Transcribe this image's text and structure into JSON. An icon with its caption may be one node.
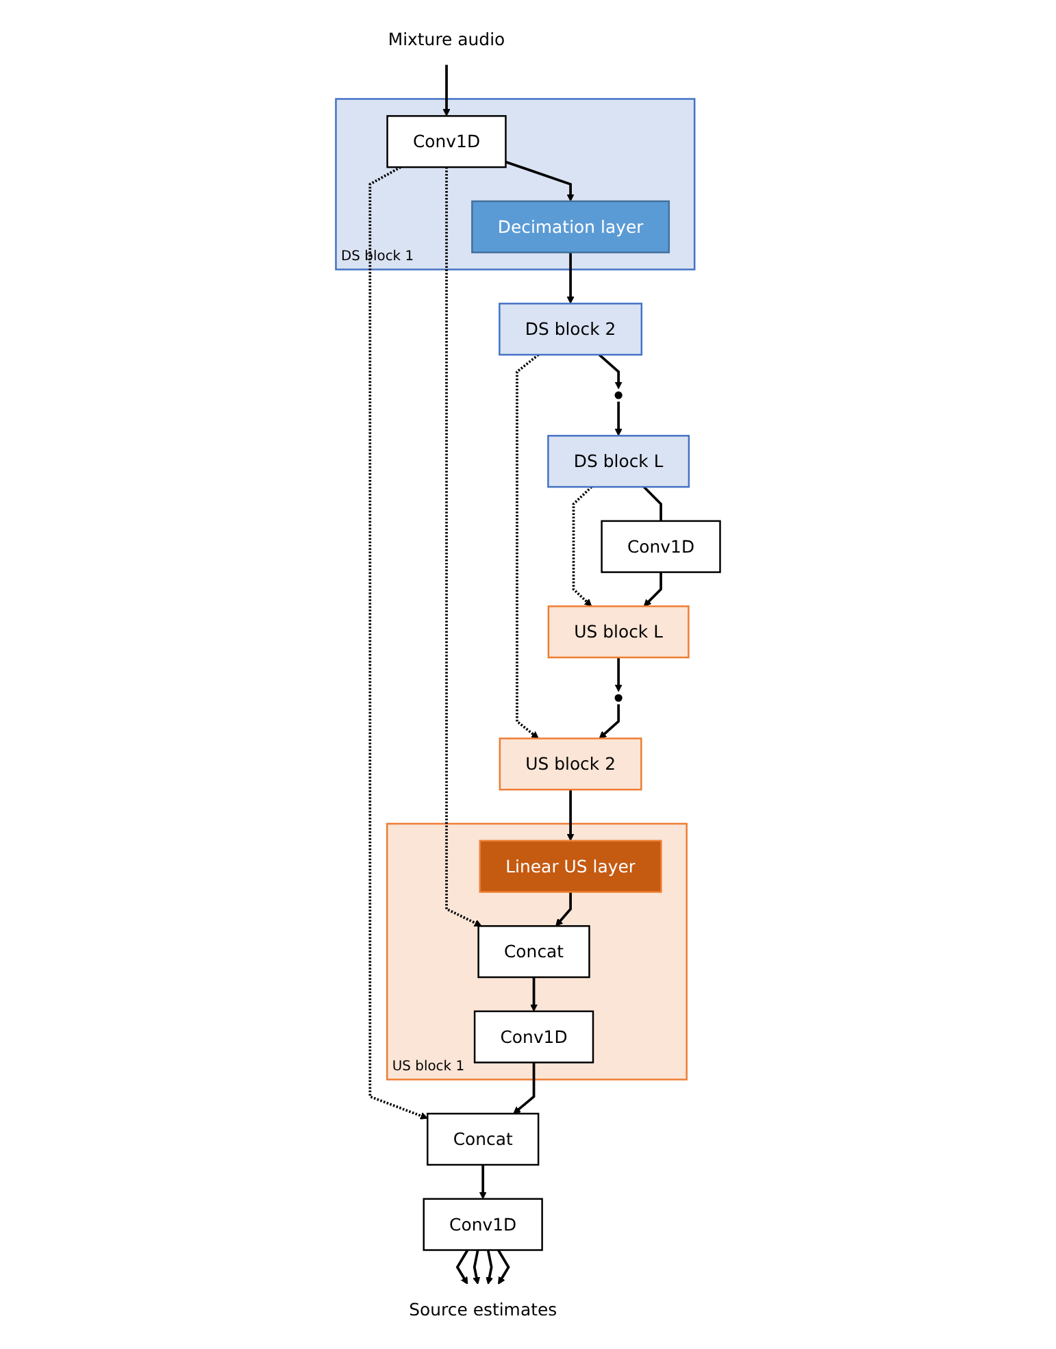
{
  "diagram": {
    "nodes": [
      {
        "text": [
          "Source estimates"
        ]
      },
      {
        "text": [
          "Conv1D"
        ]
      },
      {
        "text": [
          "Concat"
        ]
      },
      {
        "text": [
          "Mixture audio"
        ]
      },
      {
        "text": [
          "DS block 1"
        ]
      },
      {
        "text": [
          "Conv1D"
        ],
        "in": 4
      },
      {
        "text": [
          "Decimation layer"
        ],
        "in": 4
      },
      {
        "text": [
          "US block 1"
        ]
      },
      {
        "text": [
          "Conv1D"
        ],
        "in": 7
      },
      {
        "text": [
          "Concat"
        ],
        "in": 7
      },
      {
        "text": [
          "Linear US layer"
        ],
        "in": 7
      },
      {
        "text": [
          "DS block 2"
        ]
      },
      {
        "text": [
          "US block 2"
        ]
      },
      {
        "text": [],
        "shape": "dots"
      },
      {
        "text": [],
        "shape": "dots"
      },
      {
        "text": [
          "DS block L"
        ]
      },
      {
        "text": [
          "US block L"
        ]
      },
      {
        "text": [
          "Conv1D"
        ]
      }
    ],
    "edges": [
      {
        "from": 1,
        "to": 0,
        "arrow": "to"
      },
      {
        "from": 1,
        "to": 0,
        "arrow": "to"
      },
      {
        "from": 1,
        "to": 0,
        "arrow": "to"
      },
      {
        "from": 1,
        "to": 0,
        "arrow": "to"
      },
      {
        "from": 2,
        "to": 1,
        "arrow": "to"
      },
      {
        "from": 3,
        "to": 5,
        "arrow": "to"
      },
      {
        "from": 5,
        "to": 2,
        "arrow": "to",
        "style": "dashed"
      },
      {
        "from": 5,
        "to": 6,
        "arrow": "to"
      },
      {
        "from": 5,
        "to": 9,
        "arrow": "to",
        "style": "dashed"
      },
      {
        "from": 8,
        "to": 2,
        "arrow": "to"
      },
      {
        "from": 9,
        "to": 8,
        "arrow": "to"
      },
      {
        "from": 10,
        "to": 9,
        "arrow": "to"
      },
      {
        "from": 6,
        "to": 11,
        "arrow": "to"
      },
      {
        "from": 12,
        "to": 10,
        "arrow": "to"
      },
      {
        "from": 11,
        "to": 12,
        "arrow": "to",
        "style": "dashed"
      },
      {
        "from": 11,
        "to": 13,
        "arrow": "to"
      },
      {
        "from": 13,
        "to": 15,
        "arrow": "to"
      },
      {
        "from": 16,
        "to": 14,
        "arrow": "to"
      },
      {
        "from": 14,
        "to": 12,
        "arrow": "to"
      },
      {
        "from": 15,
        "to": 16,
        "arrow": "to",
        "style": "dashed"
      },
      {
        "from": 15,
        "to": 17,
        "arrow": "none"
      },
      {
        "from": 17,
        "to": 16,
        "arrow": "to"
      }
    ]
  }
}
